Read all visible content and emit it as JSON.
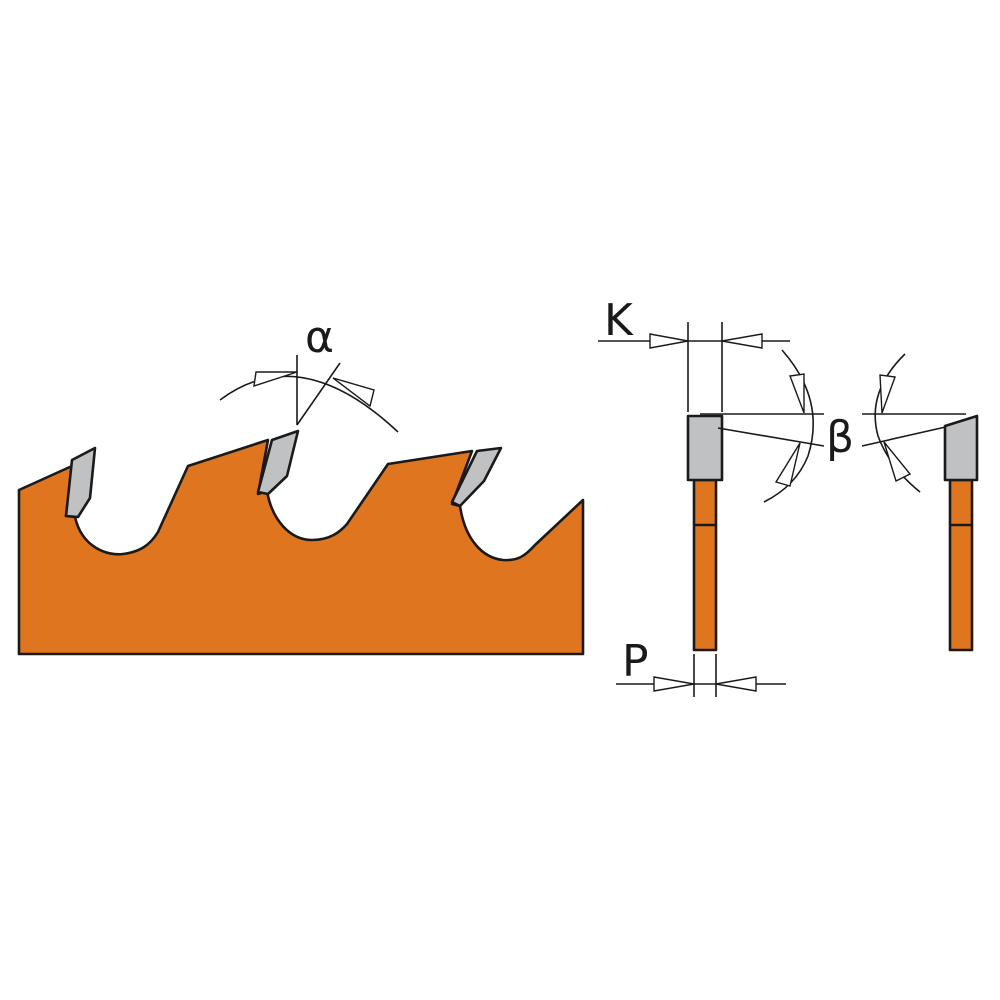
{
  "colors": {
    "blade": "#e07520",
    "tip": "#bfc1c3",
    "outline": "#1a1a1a",
    "background": "#ffffff"
  },
  "labels": {
    "alpha": "α",
    "k": "K",
    "beta": "β",
    "p": "P"
  }
}
